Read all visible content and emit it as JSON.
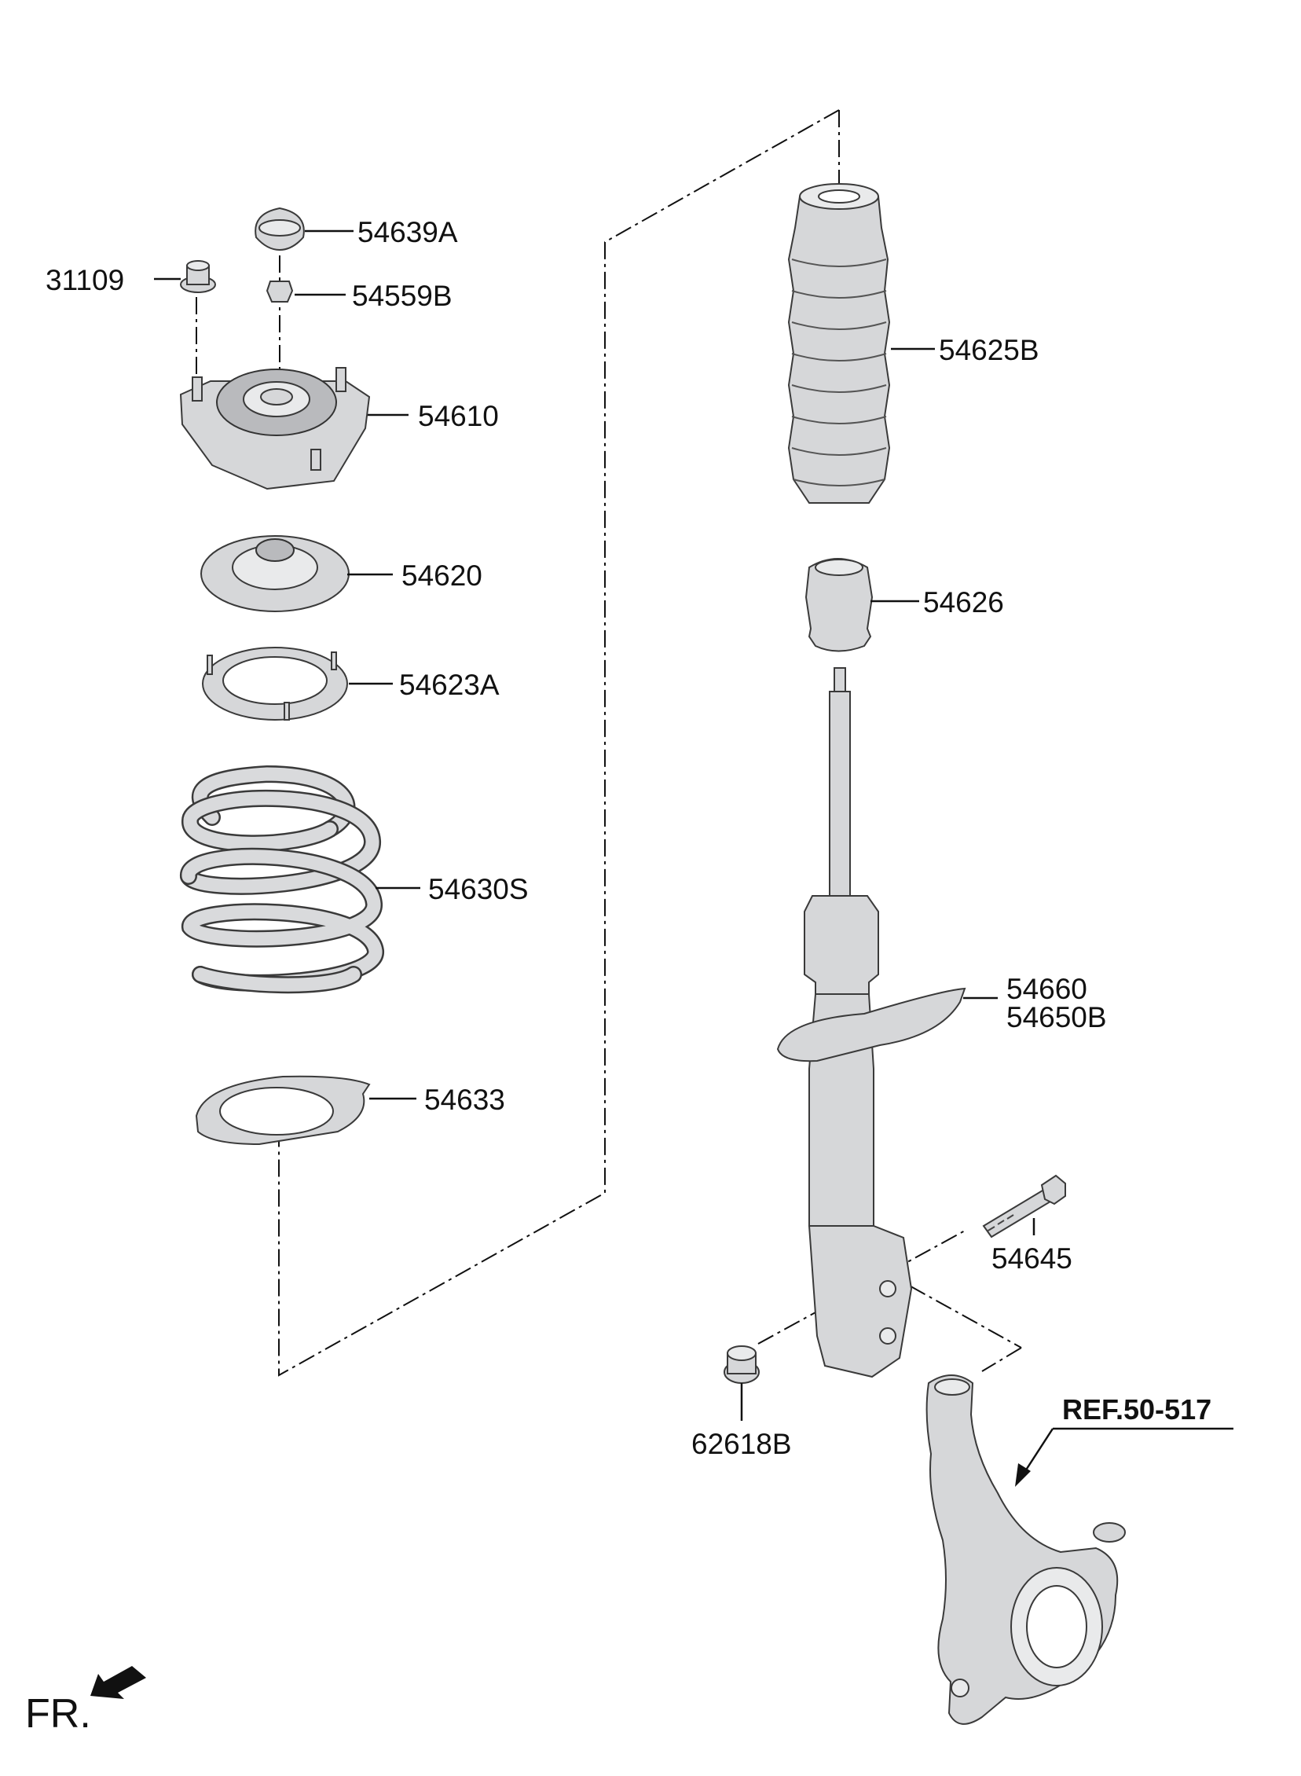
{
  "parts": {
    "p54639A": "54639A",
    "p31109": "31109",
    "p54559B": "54559B",
    "p54625B": "54625B",
    "p54610": "54610",
    "p54620": "54620",
    "p54626": "54626",
    "p54623A": "54623A",
    "p54630S": "54630S",
    "p54660": "54660",
    "p54650B": "54650B",
    "p54633": "54633",
    "p54645": "54645",
    "p62618B": "62618B"
  },
  "reference": "REF.50-517",
  "direction": "FR."
}
